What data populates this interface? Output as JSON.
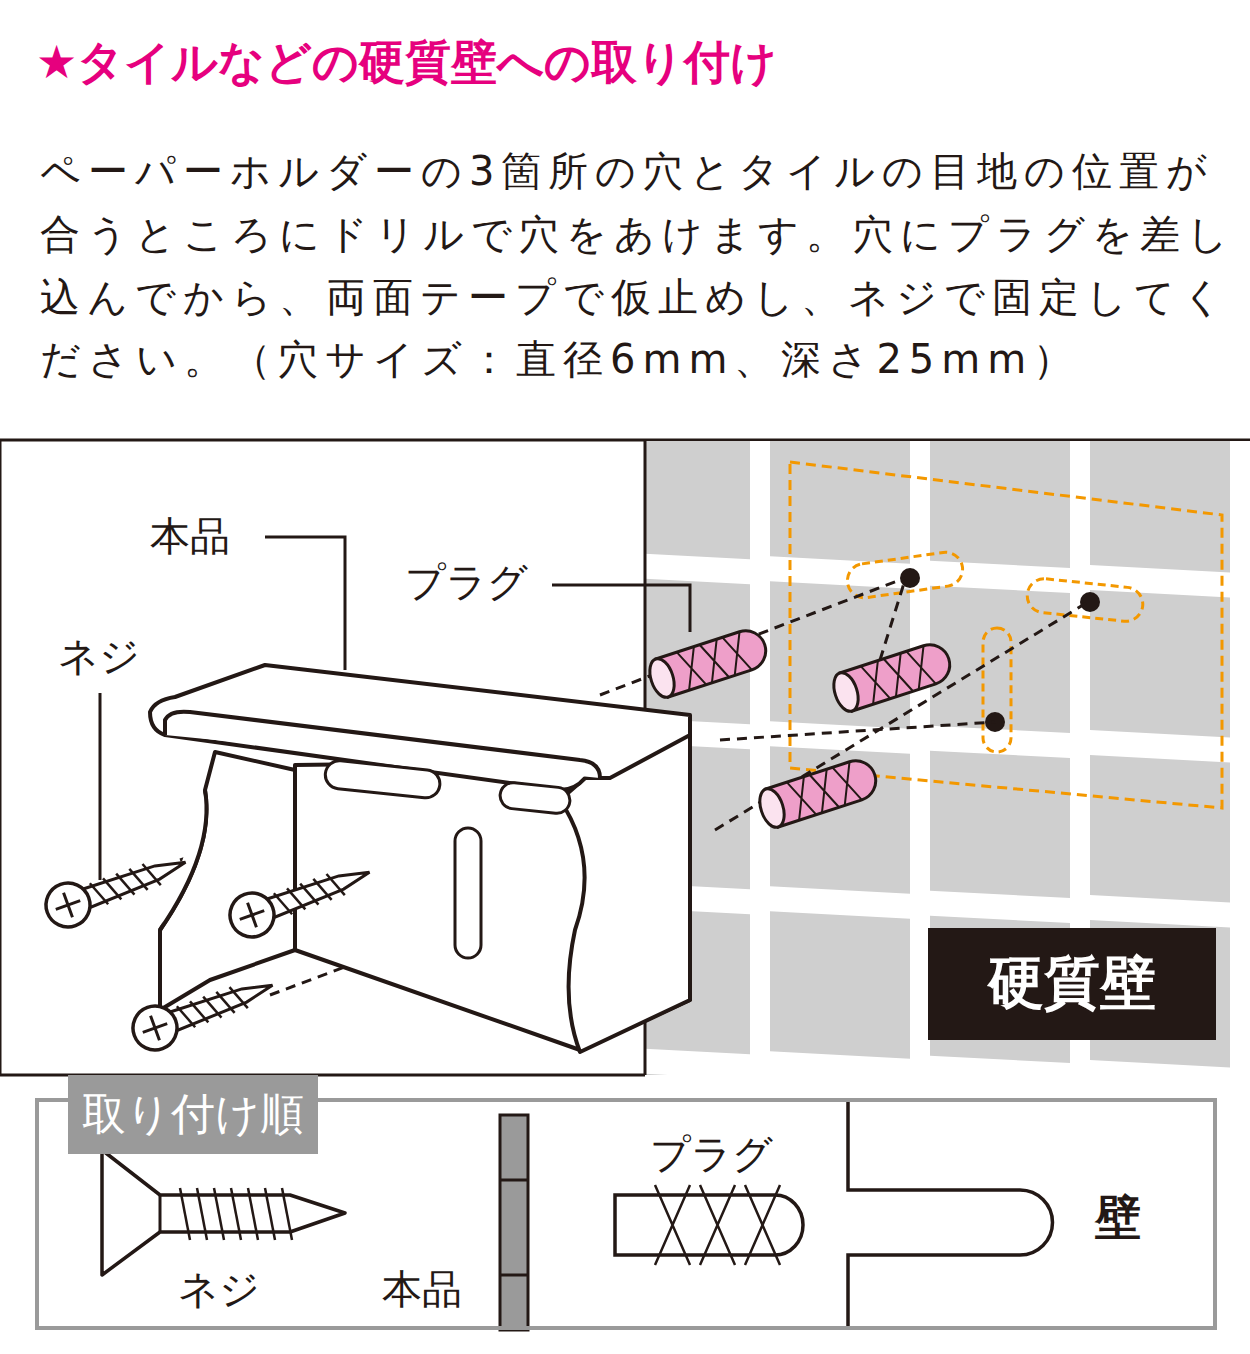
{
  "diagram": {
    "title": "★タイルなどの硬質壁への取り付け",
    "nodes": [
      {
        "text": [
          "取り付け順"
        ]
      },
      {
        "text": [
          "硬質壁"
        ]
      }
    ],
    "labels": [
      "ペーパーホルダーの3箇所の穴とタイルの目地の位置が合うところにドリルで穴をあけます。穴にプラグを差し込んでから、両面テープで仮止めし、ネジで固定してください。（穴サイズ：直径6mm、深さ25mm）",
      "本品",
      "プラグ",
      "ネジ",
      "ネジ",
      "本品",
      "プラグ",
      "壁"
    ]
  }
}
